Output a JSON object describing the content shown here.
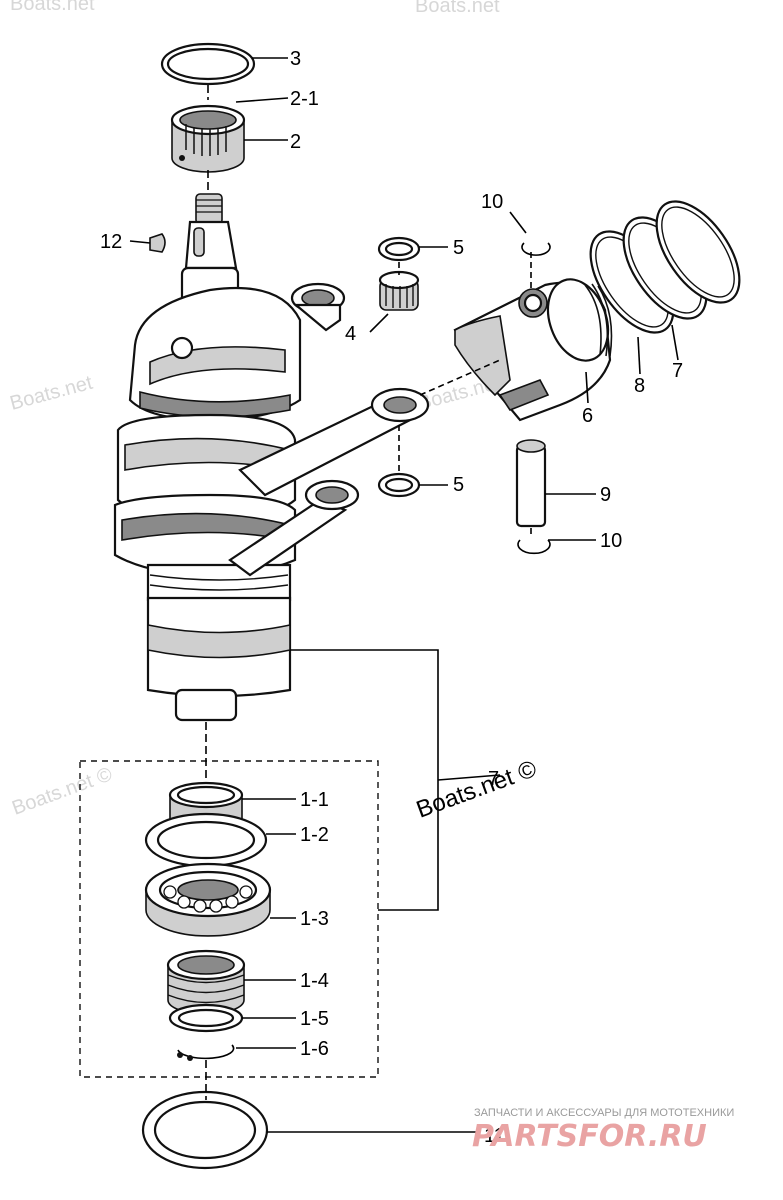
{
  "callouts": {
    "c3": "3",
    "c2_1": "2-1",
    "c2": "2",
    "c12": "12",
    "c5_top": "5",
    "c4": "4",
    "c10_top": "10",
    "c8": "8",
    "c7_ring": "7",
    "c6": "6",
    "c5_bottom": "5",
    "c9": "9",
    "c10_bottom": "10",
    "c7_group": "7",
    "c1_1": "1-1",
    "c1_2": "1-2",
    "c1_3": "1-3",
    "c1_4": "1-4",
    "c1_5": "1-5",
    "c1_6": "1-6",
    "c11": "11"
  },
  "watermarks": {
    "boats": "Boats.net",
    "boats_copyright": "Boats.net ©"
  },
  "branding": {
    "tagline": "ЗАПЧАСТИ И АКСЕССУАРЫ ДЛЯ МОТОТЕХНИКИ",
    "logo": "PARTSFOR.RU"
  }
}
